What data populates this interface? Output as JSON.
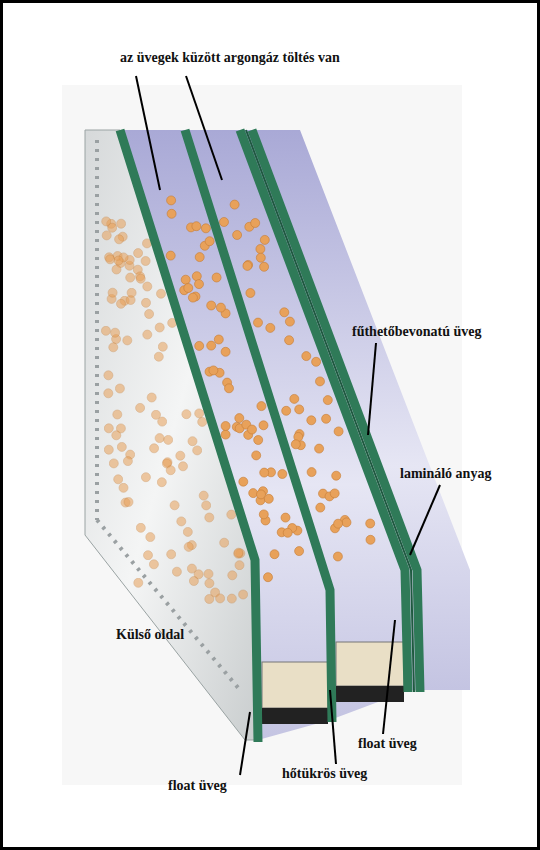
{
  "diagram": {
    "labels": [
      "az üvegek küzött argongáz töltés van",
      "fűthetőbevonatú üveg",
      "lamináló anyag",
      "Külső oldal",
      "float üveg",
      "hőtükrös üveg",
      "float üveg"
    ]
  }
}
